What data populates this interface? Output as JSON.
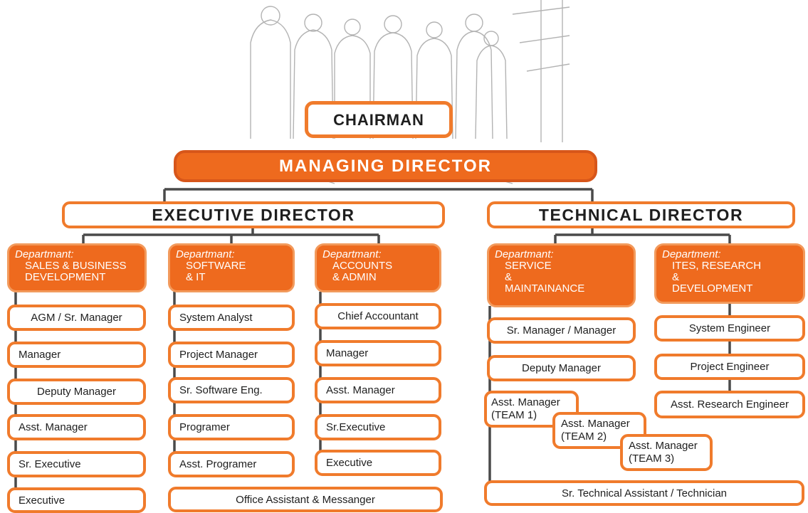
{
  "colors": {
    "accent": "#ee6a1e",
    "border": "#f07b2c",
    "line": "#4a4a4a",
    "text": "#1e1e1e"
  },
  "chairman": "CHAIRMAN",
  "managing_director": "MANAGING DIRECTOR",
  "executive_director": "EXECUTIVE DIRECTOR",
  "technical_director": "TECHNICAL DIRECTOR",
  "departments": [
    {
      "prefix": "Departmant:",
      "name": "SALES & BUSINESS\nDEVELOPMENT",
      "roles": [
        "AGM / Sr. Manager",
        "Manager",
        "Deputy Manager",
        "Asst. Manager",
        "Sr. Executive",
        "Executive"
      ]
    },
    {
      "prefix": "Departmant:",
      "name": "SOFTWARE\n& IT",
      "roles": [
        "System Analyst",
        "Project Manager",
        "Sr. Software Eng.",
        "Programer",
        "Asst. Programer"
      ]
    },
    {
      "prefix": "Departmant:",
      "name": "ACCOUNTS\n& ADMIN",
      "roles": [
        "Chief Accountant",
        "Manager",
        "Asst. Manager",
        "Sr.Executive",
        "Executive"
      ]
    },
    {
      "prefix": "Departmant:",
      "name": "SERVICE\n&\nMAINTAINANCE",
      "roles": [
        "Sr. Manager / Manager",
        "Deputy Manager"
      ]
    },
    {
      "prefix": "Department:",
      "name": "ITES, RESEARCH\n&\nDEVELOPMENT",
      "roles": [
        "System Engineer",
        "Project Engineer",
        "Asst. Research Engineer"
      ]
    }
  ],
  "service_teams": [
    "Asst. Manager\n(TEAM 1)",
    "Asst. Manager\n(TEAM 2)",
    "Asst. Manager\n(TEAM 3)"
  ],
  "office_assistant": "Office Assistant & Messanger",
  "technician": "Sr. Technical Assistant / Technician"
}
